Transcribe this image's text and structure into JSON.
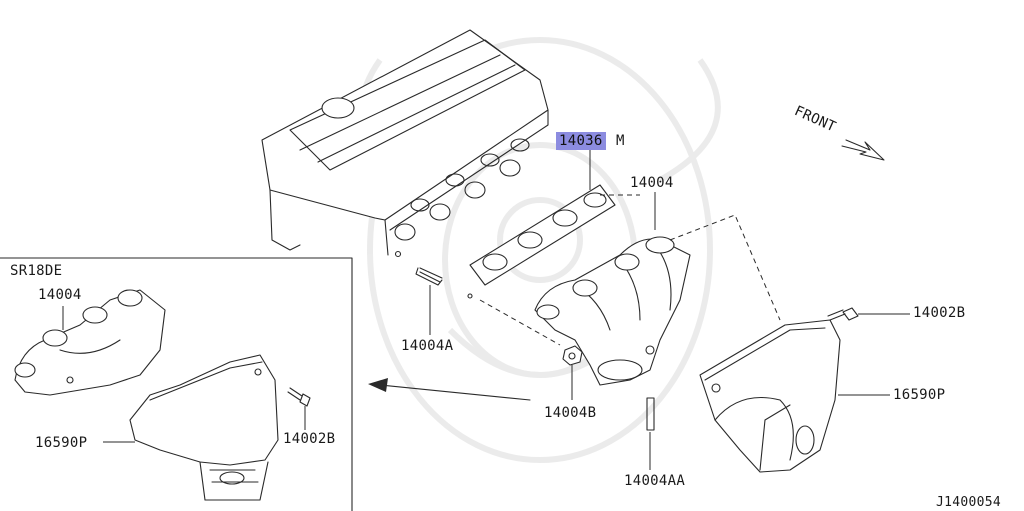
{
  "diagram": {
    "arrow_text": "FRONT",
    "inset_title": "SR18DE",
    "figure_code": "J1400054",
    "parts": {
      "gasket": "14036",
      "gasket_suffix": "M",
      "manifold": "14004",
      "stud_a": "14004A",
      "nut_b": "14004B",
      "stud_aa": "14004AA",
      "bolt": "14002B",
      "cover": "16590P"
    },
    "inset_parts": {
      "manifold": "14004",
      "cover": "16590P",
      "bolt": "14002B"
    },
    "highlight_color": "#8c8ce0"
  }
}
